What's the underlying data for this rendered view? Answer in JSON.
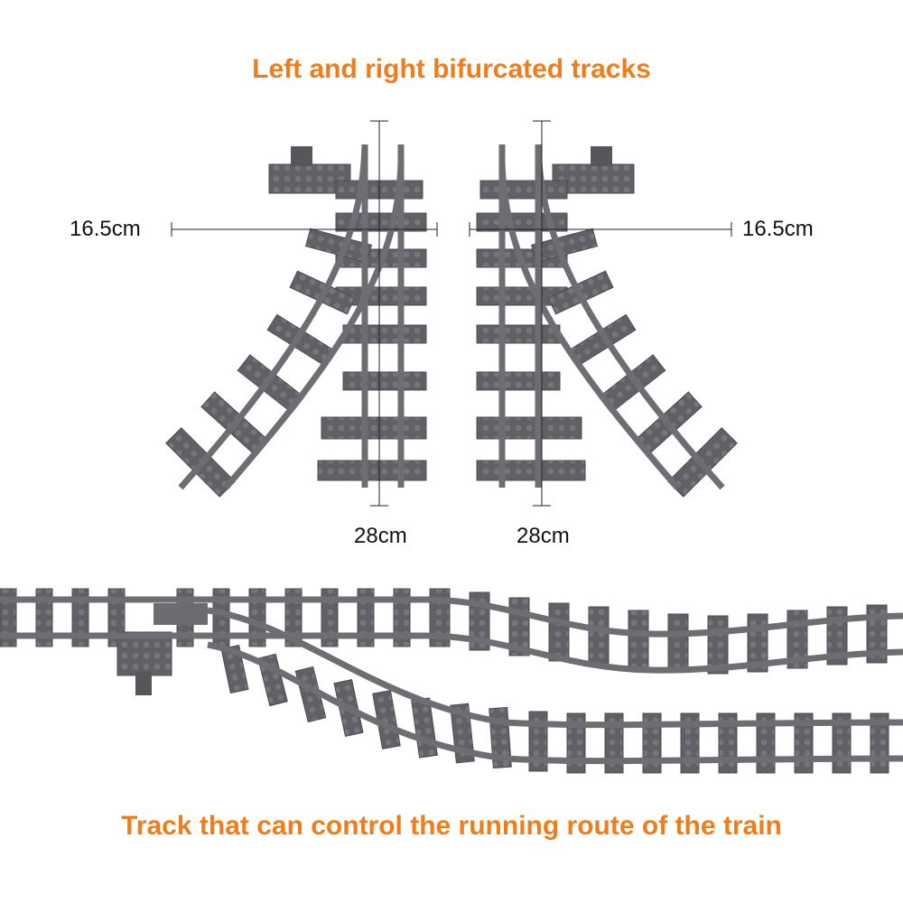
{
  "header": {
    "title": "Left and right bifurcated tracks"
  },
  "dimensions": {
    "left_width": "16.5cm",
    "right_width": "16.5cm",
    "left_length": "28cm",
    "right_length": "28cm"
  },
  "footer": {
    "caption": "Track that can control the running route of the train"
  },
  "colors": {
    "accent": "#f07d1a",
    "track": "#5f6166",
    "track_dark": "#4a4c50",
    "rail": "#6c6e73"
  }
}
